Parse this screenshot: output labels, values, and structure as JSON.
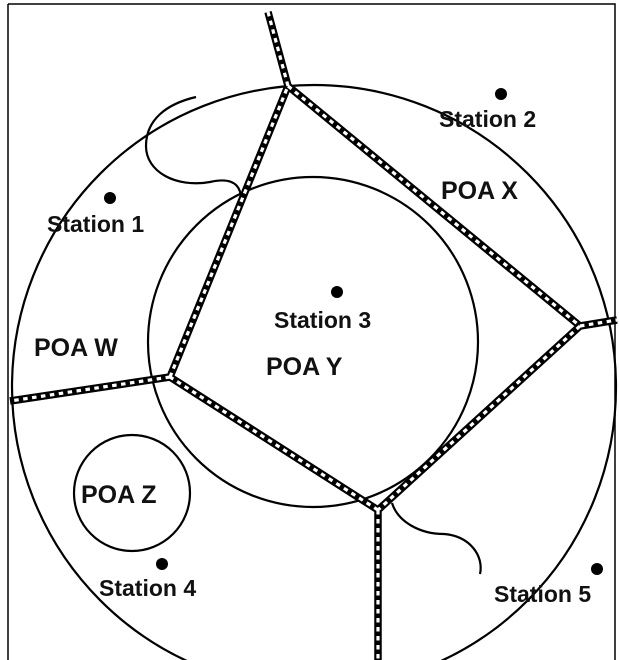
{
  "stations": [
    {
      "id": "station-1",
      "label": "Station 1"
    },
    {
      "id": "station-2",
      "label": "Station 2"
    },
    {
      "id": "station-3",
      "label": "Station 3"
    },
    {
      "id": "station-4",
      "label": "Station 4"
    },
    {
      "id": "station-5",
      "label": "Station 5"
    }
  ],
  "poas": [
    {
      "id": "poa-w",
      "label": "POA W"
    },
    {
      "id": "poa-x",
      "label": "POA X"
    },
    {
      "id": "poa-y",
      "label": "POA Y"
    },
    {
      "id": "poa-z",
      "label": "POA Z"
    }
  ],
  "colors": {
    "line": "#000000",
    "dash": "#ffffff",
    "background": "#ffffff",
    "text": "#111111"
  }
}
